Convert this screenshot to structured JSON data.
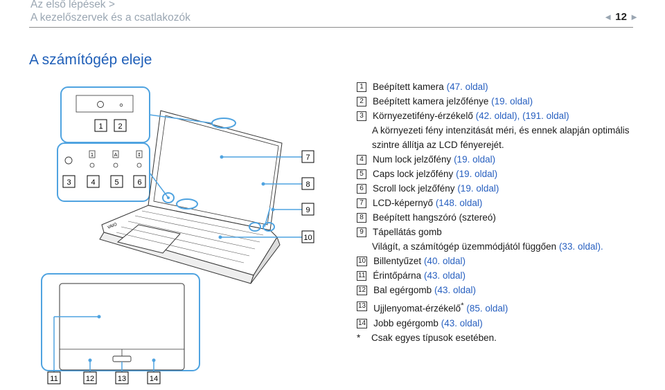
{
  "header": {
    "line1": "Az első lépések >",
    "line2": "A kezelőszervek és a csatlakozók",
    "page": "12",
    "prev_arrow": "◄",
    "next_arrow": "►"
  },
  "title": "A számítógép eleje",
  "diagram": {
    "callouts": [
      "1",
      "2",
      "3",
      "4",
      "5",
      "6",
      "7",
      "8",
      "9",
      "10",
      "11",
      "12",
      "13",
      "14"
    ],
    "laptop_logo": "VAIO"
  },
  "items": [
    {
      "n": "1",
      "text": "Beépített kamera",
      "ref": "(47. oldal)"
    },
    {
      "n": "2",
      "text": "Beépített kamera jelzőfénye",
      "ref": "(19. oldal)"
    },
    {
      "n": "3",
      "text": "Környezetifény-érzékelő",
      "ref": "(42. oldal), (191. oldal)",
      "sub": "A környezeti fény intenzitását méri, és ennek alapján optimális szintre állítja az LCD fényerejét."
    },
    {
      "n": "4",
      "text": "Num lock jelzőfény",
      "ref": "(19. oldal)"
    },
    {
      "n": "5",
      "text": "Caps lock jelzőfény",
      "ref": "(19. oldal)"
    },
    {
      "n": "6",
      "text": "Scroll lock jelzőfény",
      "ref": "(19. oldal)"
    },
    {
      "n": "7",
      "text": "LCD-képernyő",
      "ref": "(148. oldal)"
    },
    {
      "n": "8",
      "text": "Beépített hangszóró (sztereó)",
      "ref": ""
    },
    {
      "n": "9",
      "text": "Tápellátás gomb",
      "ref": "",
      "sub": "Világít, a számítógép üzemmódjától függően",
      "sub_ref": "(33. oldal)."
    },
    {
      "n": "10",
      "text": "Billentyűzet",
      "ref": "(40. oldal)"
    },
    {
      "n": "11",
      "text": "Érintőpárna",
      "ref": "(43. oldal)"
    },
    {
      "n": "12",
      "text": "Bal egérgomb",
      "ref": "(43. oldal)"
    },
    {
      "n": "13",
      "text": "Ujjlenyomat-érzékelő",
      "sup": "*",
      "ref": "(85. oldal)"
    },
    {
      "n": "14",
      "text": "Jobb egérgomb",
      "ref": "(43. oldal)"
    }
  ],
  "footnote": {
    "mark": "*",
    "text": "Csak egyes típusok esetében."
  },
  "colors": {
    "accent": "#1f5fb8",
    "link": "#2860c0",
    "callout_box": "#4fa3e0",
    "header_gray": "#9aa6b2"
  }
}
